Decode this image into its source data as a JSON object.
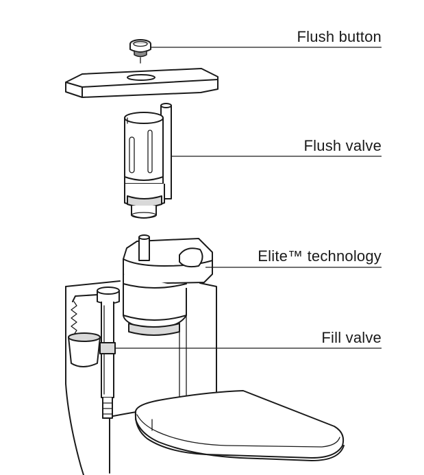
{
  "labels": {
    "flush_button": "Flush button",
    "flush_valve": "Flush valve",
    "elite_technology": "Elite™ technology",
    "fill_valve": "Fill valve"
  },
  "colors": {
    "line": "#1a1a1a",
    "part_fill": "#d9d9d9",
    "background": "#ffffff"
  }
}
